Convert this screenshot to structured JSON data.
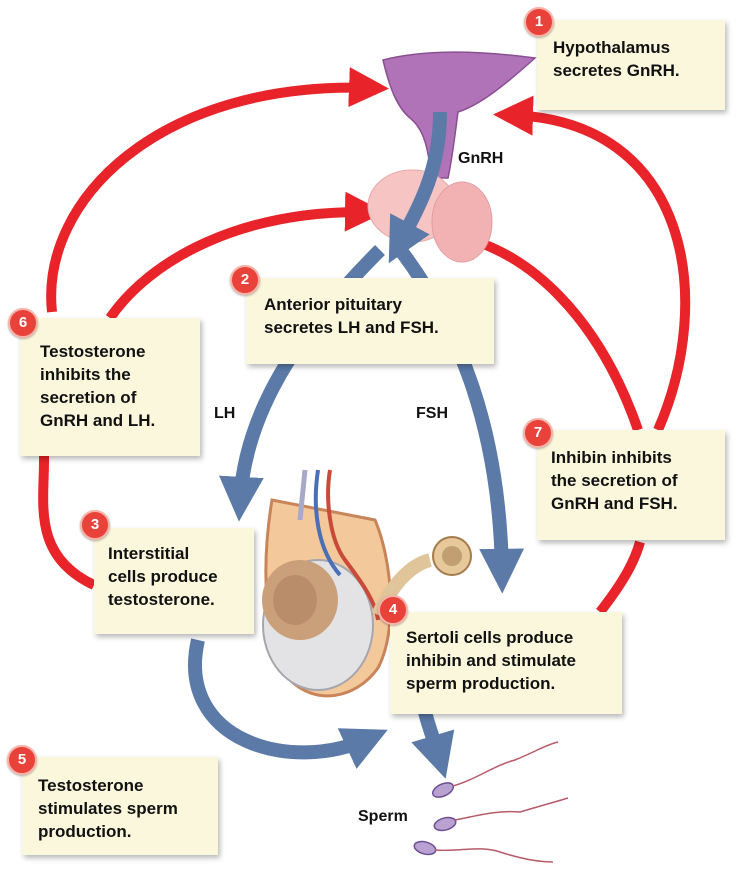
{
  "steps": [
    {
      "number": "1",
      "lines": [
        "Hypothalamus",
        "secretes GnRH."
      ]
    },
    {
      "number": "2",
      "lines": [
        "Anterior pituitary",
        "secretes LH and FSH."
      ]
    },
    {
      "number": "3",
      "lines": [
        "Interstitial",
        "cells produce",
        "testosterone."
      ]
    },
    {
      "number": "4",
      "lines": [
        "Sertoli cells produce",
        "inhibin and stimulate",
        "sperm production."
      ]
    },
    {
      "number": "5",
      "lines": [
        "Testosterone",
        "stimulates sperm",
        "production."
      ]
    },
    {
      "number": "6",
      "lines": [
        "Testosterone",
        "inhibits the",
        "secretion of",
        "GnRH and LH."
      ]
    },
    {
      "number": "7",
      "lines": [
        "Inhibin inhibits",
        "the secretion of",
        "GnRH and FSH."
      ]
    }
  ],
  "labels": {
    "gnrh": "GnRH",
    "lh": "LH",
    "fsh": "FSH",
    "sperm": "Sperm"
  },
  "colors": {
    "inhibition_arrow": "#e8242a",
    "stimulation_arrow": "#5b7aa8",
    "box": "#fbf7dc",
    "badge": "#e8423a"
  }
}
